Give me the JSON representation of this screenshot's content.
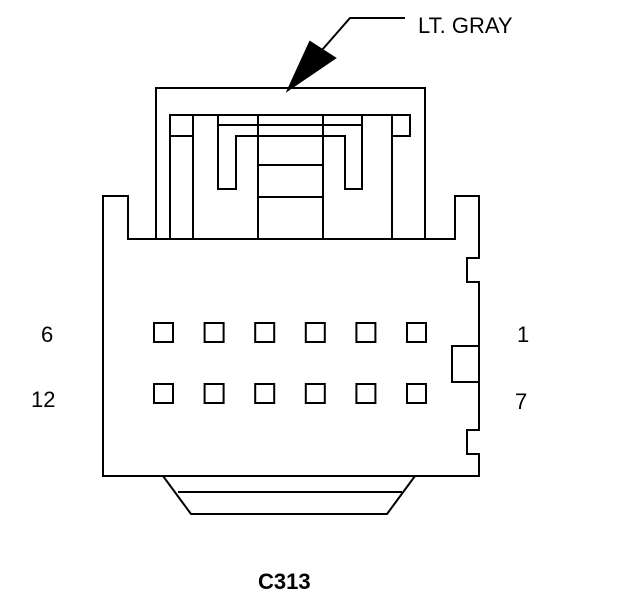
{
  "connector": {
    "name": "C313",
    "color_label": "LT. GRAY",
    "pin_labels": {
      "top_left": "6",
      "top_right": "1",
      "bottom_left": "12",
      "bottom_right": "7"
    },
    "pins_per_row": 6,
    "rows": 2
  },
  "colors": {
    "line": "#000000",
    "background": "#ffffff"
  }
}
